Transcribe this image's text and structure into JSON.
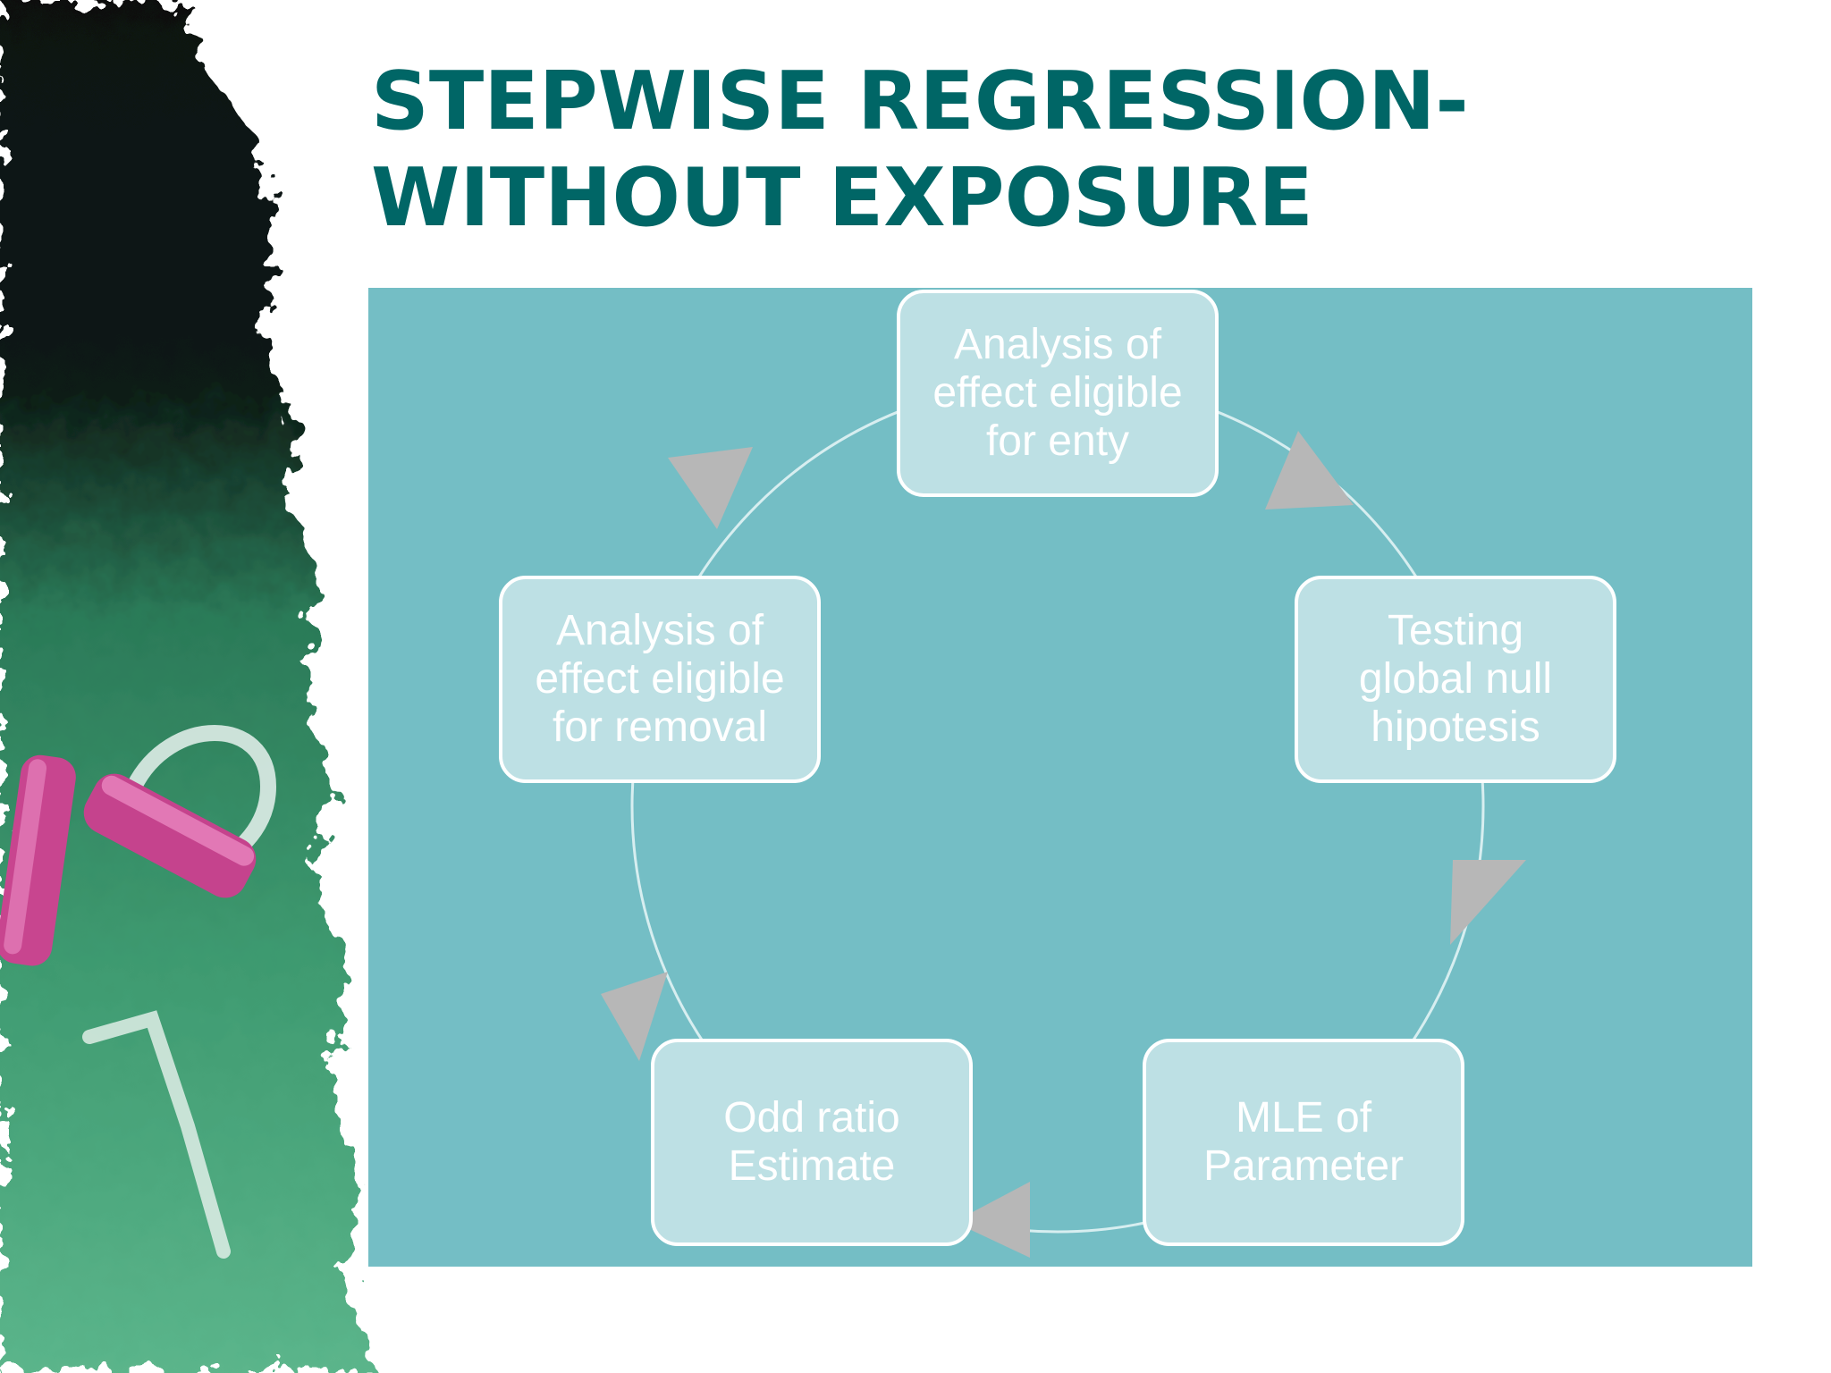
{
  "slide": {
    "title_lines": [
      "STEPWISE REGRESSION-",
      "WITHOUT EXPOSURE"
    ]
  },
  "colors": {
    "title": "#006666",
    "panel": "#74bec5",
    "node_fill": "#bde0e4",
    "node_border": "#ffffff",
    "arrow": "#b7b7b7",
    "connector": "#d7eef0"
  },
  "cycle": {
    "nodes": [
      {
        "id": "entry",
        "text": "Analysis of\neffect eligible\nfor enty"
      },
      {
        "id": "global-null",
        "text": "Testing\nglobal  null\nhipotesis"
      },
      {
        "id": "mle",
        "text": "MLE of\nParameter"
      },
      {
        "id": "odds-ratio",
        "text": "Odd ratio\nEstimate"
      },
      {
        "id": "removal",
        "text": "Analysis of\neffect eligible\nfor removal"
      }
    ],
    "direction": "clockwise"
  }
}
